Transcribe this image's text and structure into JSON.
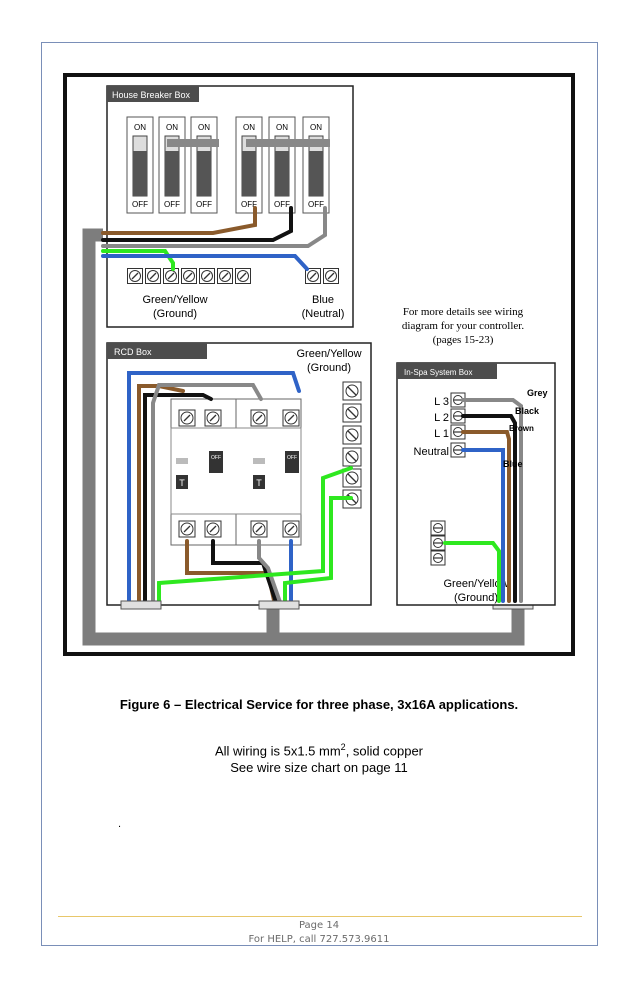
{
  "diagram": {
    "house_box_title": "House Breaker Box",
    "rcd_box_title": "RCD Box",
    "inspa_box_title": "In-Spa System Box",
    "breaker_on": "ON",
    "breaker_off": "OFF",
    "ground_label_1": "Green/Yellow",
    "ground_label_2": "(Ground)",
    "neutral_label_1": "Blue",
    "neutral_label_2": "(Neutral)",
    "note_line1": "For more details see wiring",
    "note_line2": "diagram for your controller.",
    "note_line3": "(pages 15-23)",
    "rcd_ground_1": "Green/Yellow",
    "rcd_ground_2": "(Ground)",
    "rcd_off": "OFF",
    "rcd_test": "T",
    "l3": "L 3",
    "l2": "L 2",
    "l1": "L 1",
    "neutral": "Neutral",
    "wire_grey": "Grey",
    "wire_black": "Black",
    "wire_brown": "Brown",
    "wire_blue": "Blue",
    "spa_ground_1": "Green/Yellow",
    "spa_ground_2": "(Ground)"
  },
  "figure_title": "Figure 6 – Electrical Service for three phase, 3x16A applications.",
  "note_line1_prefix": "All wiring is 5x1.5 mm",
  "note_line1_sup": "2",
  "note_line1_suffix": ", solid copper",
  "note_line2": "See wire size chart on page 11",
  "stray_mark": ".",
  "footer": {
    "page": "Page 14",
    "help": "For HELP, call 727.573.9611"
  },
  "colors": {
    "brown": "#8a5a2b",
    "black": "#111111",
    "grey": "#888888",
    "blue": "#2f63c7",
    "green": "#2ee81f",
    "conduit": "#7d7d7d",
    "footer_rule": "#e8c76a"
  }
}
